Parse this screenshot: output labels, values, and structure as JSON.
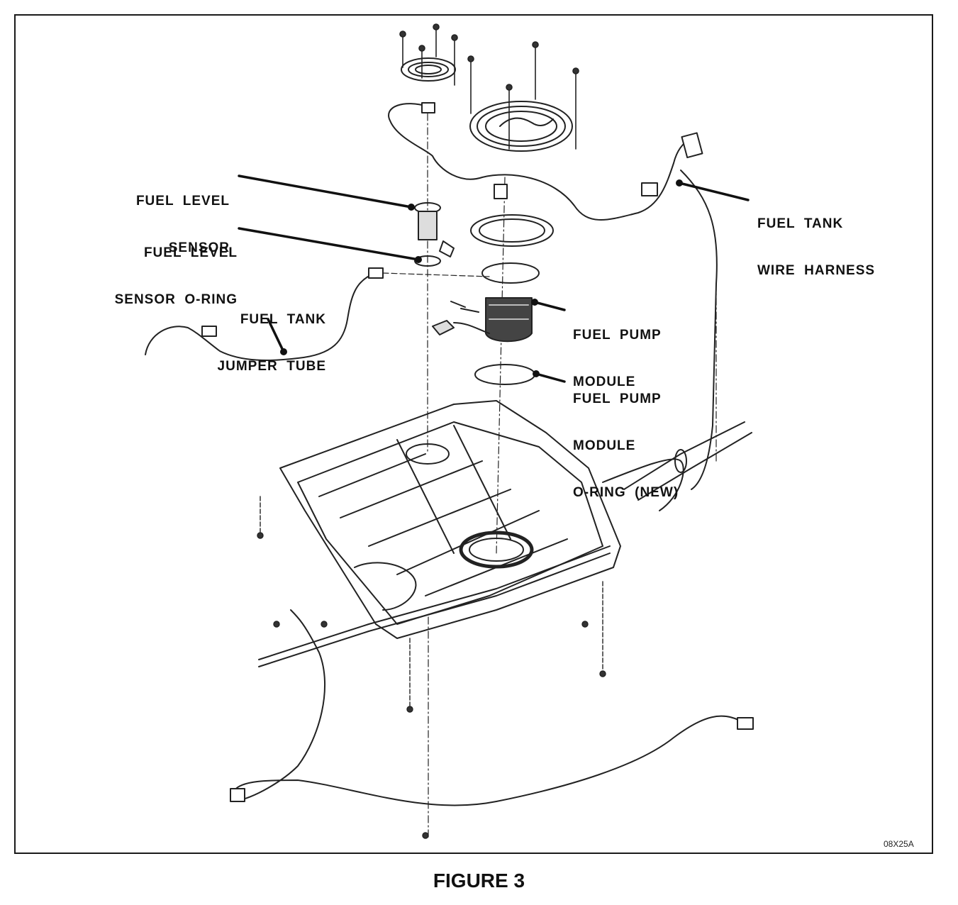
{
  "labels": {
    "fuel_level_sensor": [
      "FUEL  LEVEL",
      "SENSOR"
    ],
    "fuel_level_sensor_oring": [
      "FUEL  LEVEL",
      "SENSOR  O-RING"
    ],
    "fuel_tank_jumper_tube": [
      "FUEL  TANK",
      "JUMPER  TUBE"
    ],
    "fuel_tank_wire_harness": [
      "FUEL  TANK",
      "WIRE  HARNESS"
    ],
    "fuel_pump_module": [
      "FUEL  PUMP",
      "MODULE"
    ],
    "fuel_pump_module_oring": [
      "FUEL  PUMP",
      "MODULE",
      "O-RING  (NEW)"
    ]
  },
  "figure_code": "08X25A",
  "caption": "FIGURE 3"
}
